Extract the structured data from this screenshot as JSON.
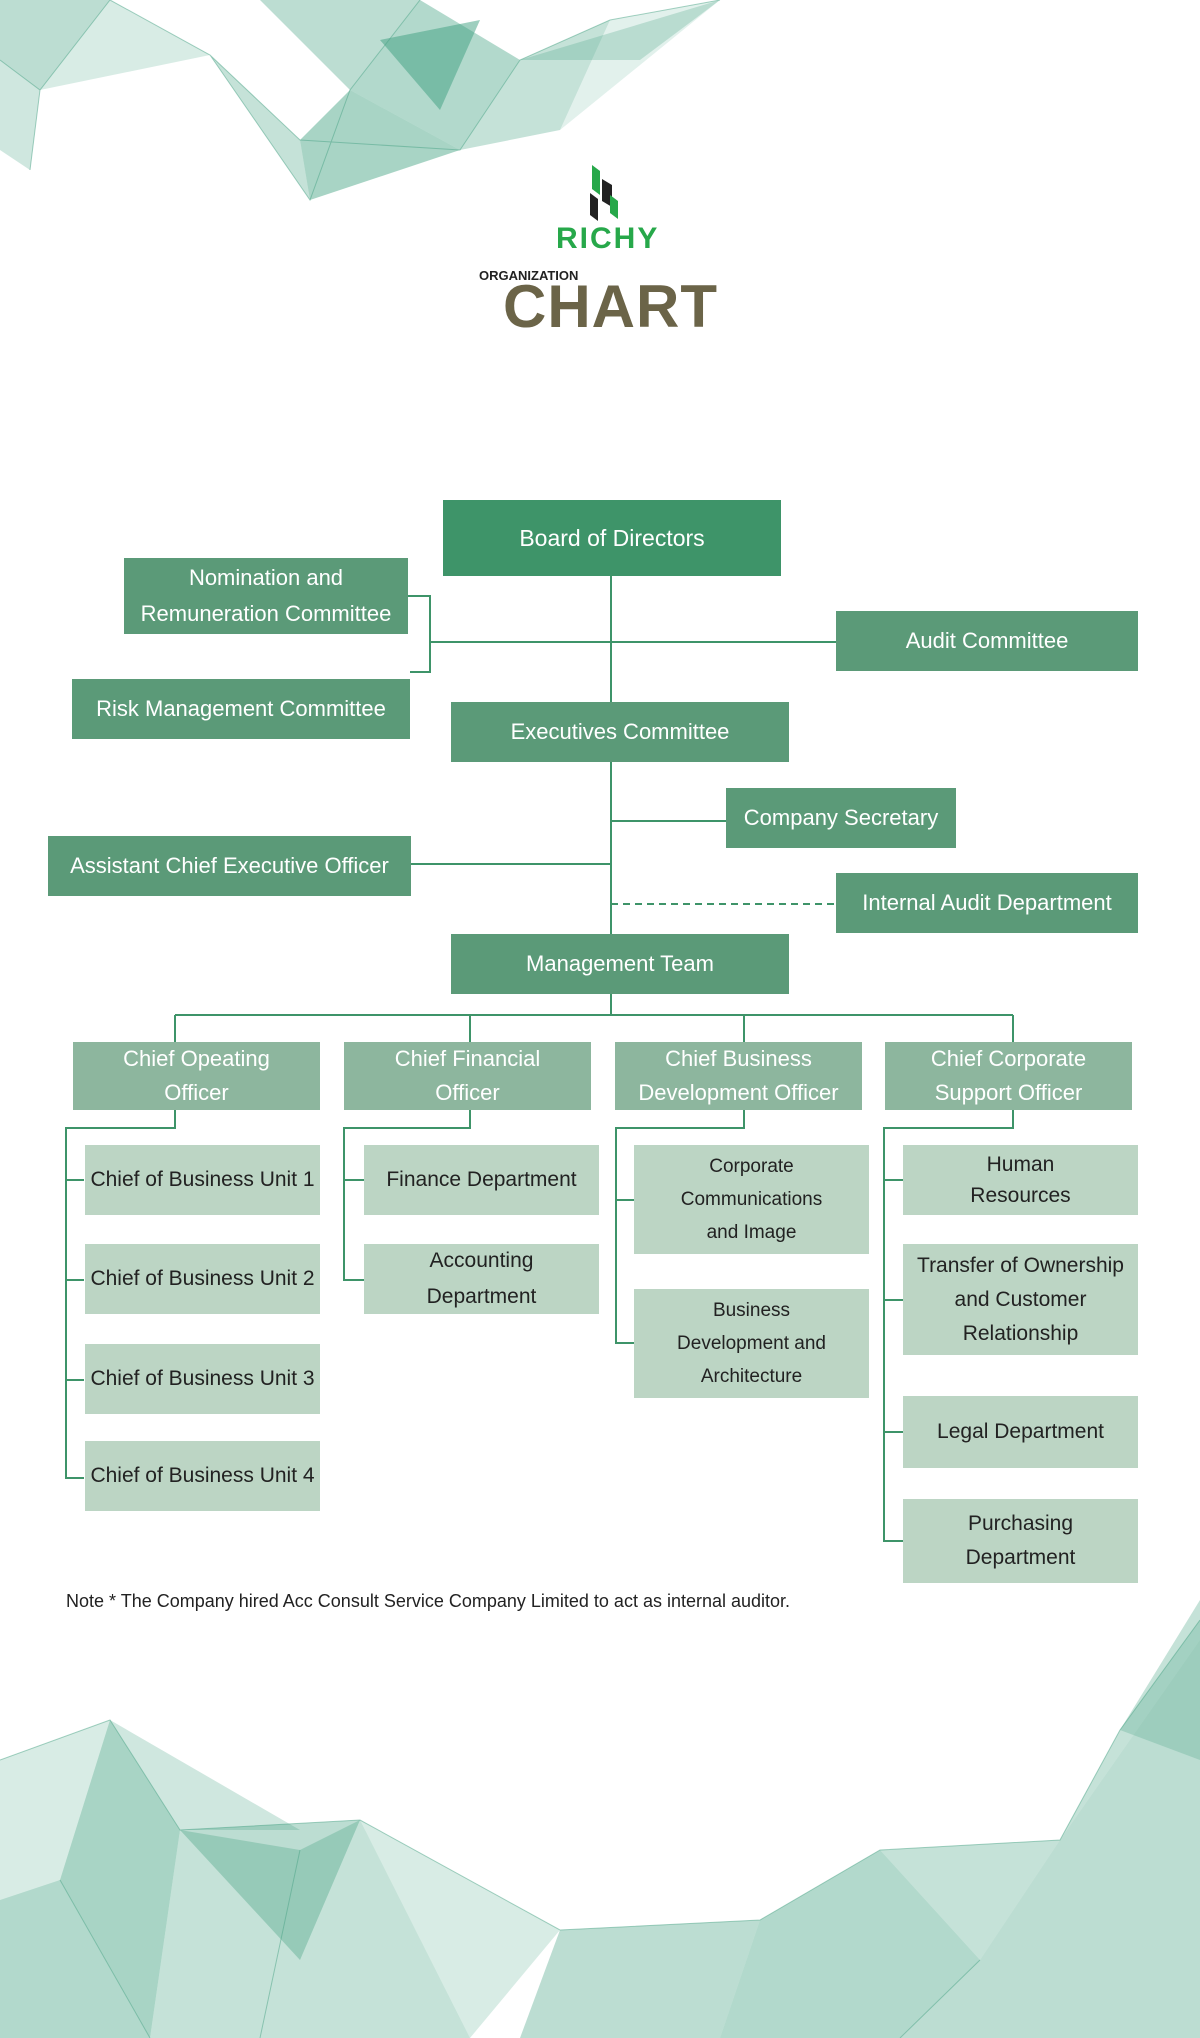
{
  "header": {
    "brand": "RICHY",
    "subtitle": "ORGANIZATION",
    "title": "CHART"
  },
  "nodes": {
    "board": "Board of Directors",
    "nomination": [
      "Nomination and",
      "Remuneration Committee"
    ],
    "audit_committee": "Audit Committee",
    "risk": "Risk Management Committee",
    "executives": "Executives Committee",
    "secretary": "Company Secretary",
    "assistant_ceo": "Assistant Chief Executive Officer",
    "internal_audit": "Internal Audit Department",
    "management": "Management Team",
    "coo": [
      "Chief Opeating",
      "Officer"
    ],
    "cfo": [
      "Chief Financial",
      "Officer"
    ],
    "cbdo": [
      "Chief Business",
      "Development Officer"
    ],
    "ccso": [
      "Chief Corporate",
      "Support Officer"
    ],
    "bu1": "Chief of Business Unit 1",
    "bu2": "Chief of Business Unit 2",
    "bu3": "Chief of Business Unit 3",
    "bu4": "Chief of Business Unit 4",
    "finance": "Finance Department",
    "accounting": [
      "Accounting",
      "Department"
    ],
    "corp_comm": [
      "Corporate",
      "Communications",
      "and Image"
    ],
    "bus_dev": [
      "Business",
      "Development and",
      "Architecture"
    ],
    "hr": [
      "Human",
      "Resources"
    ],
    "transfer": [
      "Transfer of Ownership",
      "and Customer",
      "Relationship"
    ],
    "legal": "Legal Department",
    "purchasing": [
      "Purchasing",
      "Department"
    ]
  },
  "note": "Note * The Company hired Acc Consult Service Company Limited to act as internal auditor.",
  "colors": {
    "dark_green": "#3e9469",
    "mid_green": "#5b9a78",
    "light_green": "#8db69e",
    "pale_green": "#bcd5c4",
    "line": "#3e9469",
    "brand": "#27a84a"
  }
}
